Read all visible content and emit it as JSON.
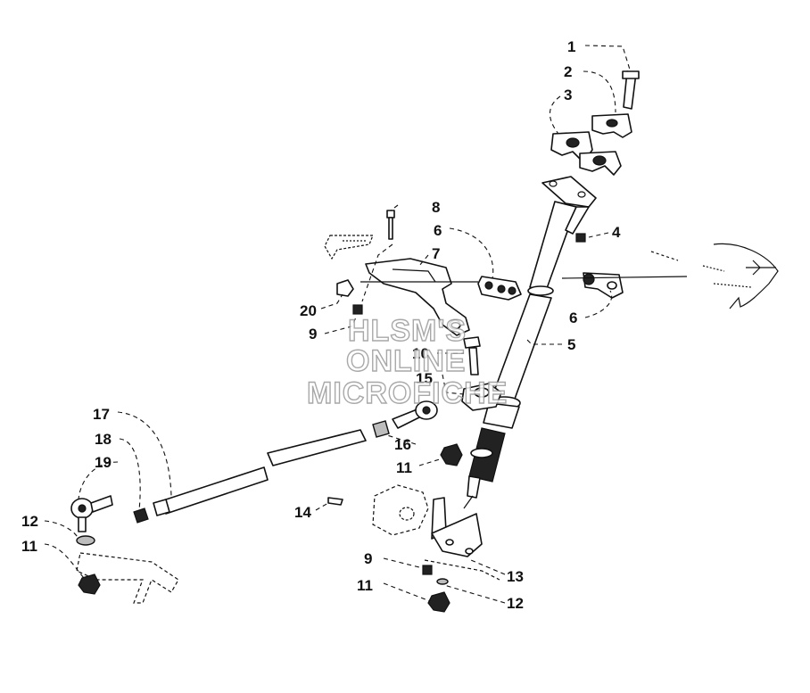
{
  "watermark": {
    "line1": "HLSM'S",
    "line2": "ONLINE",
    "line3": "MICROFICHE"
  },
  "callouts": [
    {
      "id": "c1",
      "text": "1"
    },
    {
      "id": "c2",
      "text": "2"
    },
    {
      "id": "c3",
      "text": "3"
    },
    {
      "id": "c4",
      "text": "4"
    },
    {
      "id": "c5",
      "text": "5"
    },
    {
      "id": "c6a",
      "text": "6"
    },
    {
      "id": "c6b",
      "text": "6"
    },
    {
      "id": "c7",
      "text": "7"
    },
    {
      "id": "c8",
      "text": "8"
    },
    {
      "id": "c9a",
      "text": "9"
    },
    {
      "id": "c9b",
      "text": "9"
    },
    {
      "id": "c10",
      "text": "10"
    },
    {
      "id": "c11a",
      "text": "11"
    },
    {
      "id": "c11b",
      "text": "11"
    },
    {
      "id": "c11c",
      "text": "11"
    },
    {
      "id": "c12a",
      "text": "12"
    },
    {
      "id": "c12b",
      "text": "12"
    },
    {
      "id": "c13",
      "text": "13"
    },
    {
      "id": "c14",
      "text": "14"
    },
    {
      "id": "c15",
      "text": "15"
    },
    {
      "id": "c16",
      "text": "16"
    },
    {
      "id": "c17",
      "text": "17"
    },
    {
      "id": "c18",
      "text": "18"
    },
    {
      "id": "c19",
      "text": "19"
    },
    {
      "id": "c20",
      "text": "20"
    }
  ]
}
